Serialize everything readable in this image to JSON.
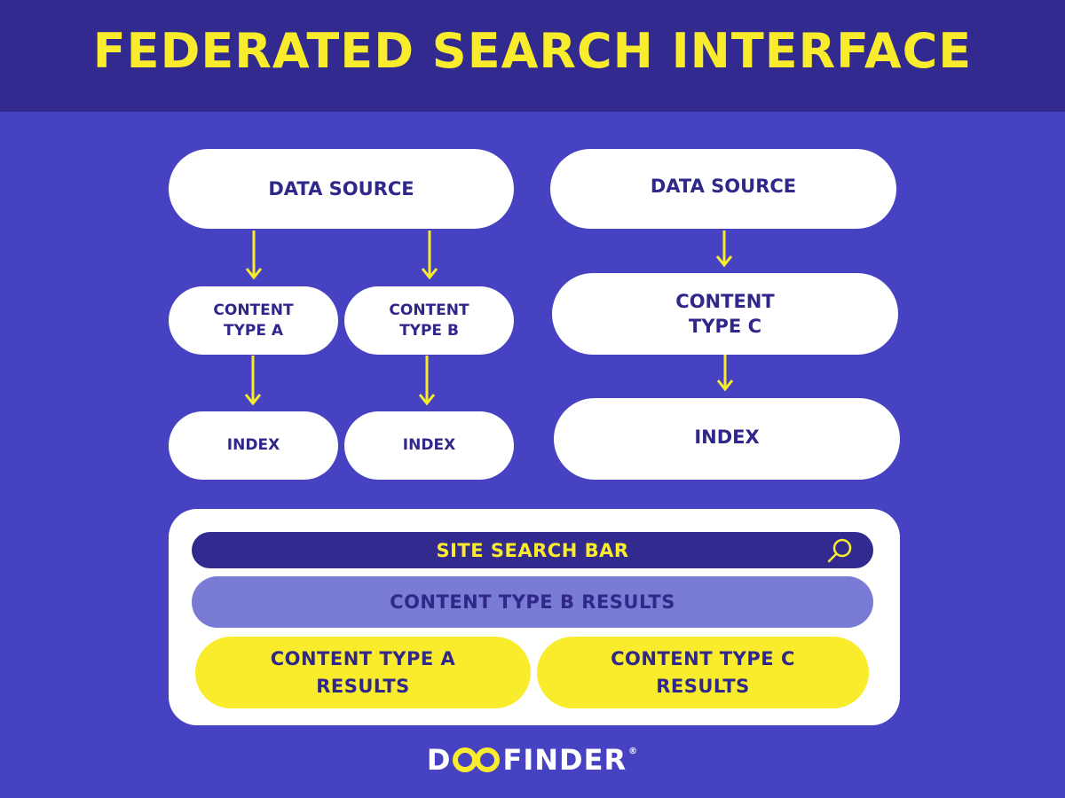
{
  "header": {
    "title": "FEDERATED SEARCH INTERFACE"
  },
  "diagram": {
    "left_group": {
      "data_source": "DATA SOURCE",
      "content_type_a": "CONTENT TYPE A",
      "content_type_b": "CONTENT TYPE B",
      "index_a": "INDEX",
      "index_b": "INDEX"
    },
    "right_group": {
      "data_source": "DATA SOURCE",
      "content_type_c": "CONTENT TYPE C",
      "index_c": "INDEX"
    }
  },
  "results_panel": {
    "search_bar": "SITE SEARCH BAR",
    "content_b_results": "CONTENT TYPE B RESULTS",
    "content_a_results": "CONTENT TYPE A RESULTS",
    "content_c_results": "CONTENT TYPE C RESULTS",
    "search_icon": "search-icon"
  },
  "brand": {
    "logo_text": "DOOFINDER",
    "logo_prefix": "D",
    "logo_suffix": "FINDER",
    "registered": "®"
  },
  "colors": {
    "background": "#4742c2",
    "header": "#322a8e",
    "accent_yellow": "#f9ec2c",
    "text_dark": "#2f2789",
    "light_purple": "#7a7bd4",
    "white": "#ffffff"
  }
}
